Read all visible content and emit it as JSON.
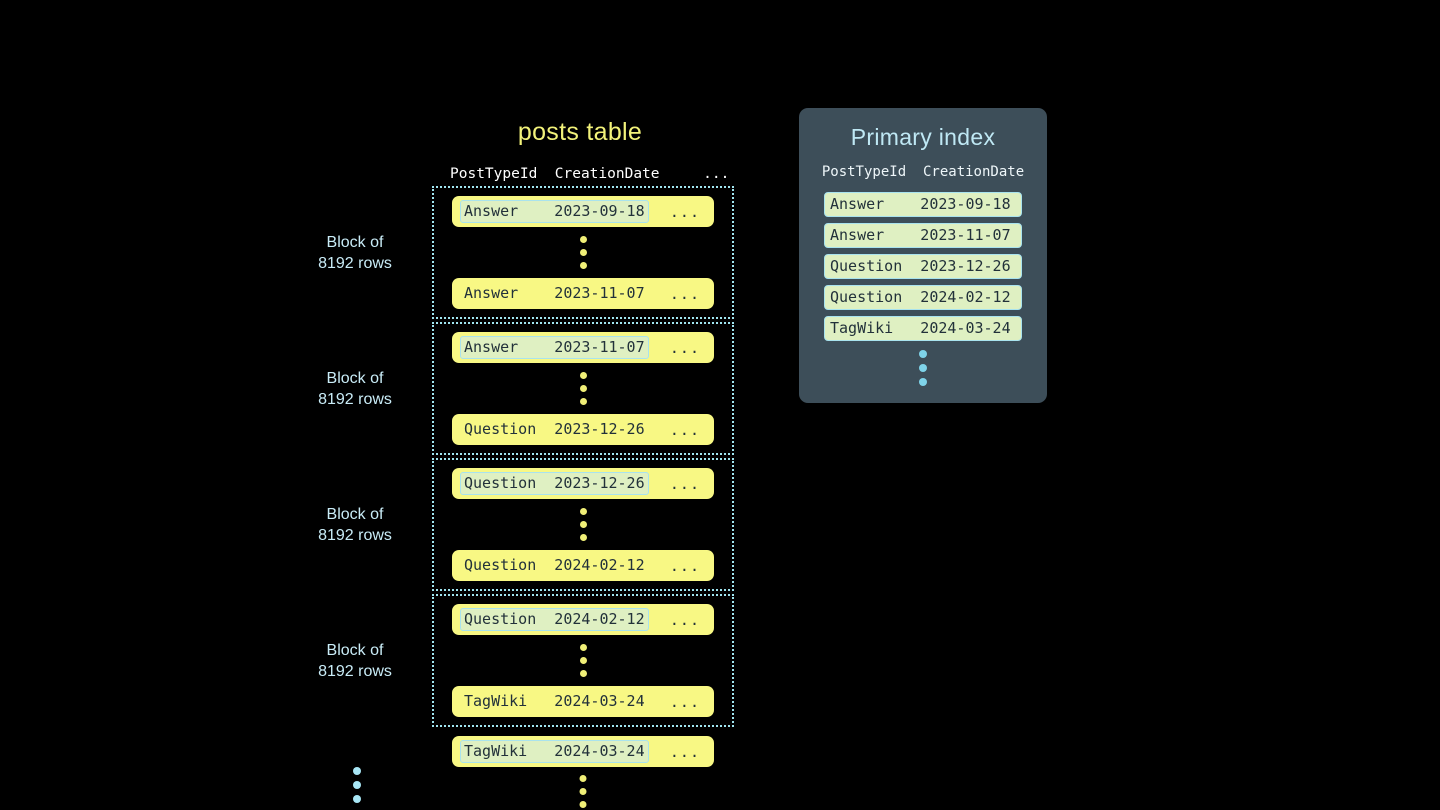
{
  "posts_table": {
    "title": "posts table",
    "column_header": "PostTypeId  CreationDate     ...",
    "ellipsis": "...",
    "blocks": [
      {
        "label": "Block of\n8192 rows",
        "first_row": "Answer    2023-09-18",
        "last_row": "Answer    2023-11-07",
        "first_row_highlighted": true
      },
      {
        "label": "Block of\n8192 rows",
        "first_row": "Answer    2023-11-07",
        "last_row": "Question  2023-12-26",
        "first_row_highlighted": true
      },
      {
        "label": "Block of\n8192 rows",
        "first_row": "Question  2023-12-26",
        "last_row": "Question  2024-02-12",
        "first_row_highlighted": true
      },
      {
        "label": "Block of\n8192 rows",
        "first_row": "Question  2024-02-12",
        "last_row": "TagWiki   2024-03-24",
        "first_row_highlighted": true
      }
    ],
    "trailing_row": "TagWiki   2024-03-24"
  },
  "primary_index": {
    "title": "Primary index",
    "column_header": "PostTypeId  CreationDate",
    "rows": [
      "Answer    2023-09-18",
      "Answer    2023-11-07",
      "Question  2023-12-26",
      "Question  2024-02-12",
      "TagWiki   2024-03-24"
    ]
  },
  "colors": {
    "background": "#000000",
    "row_pill": "#f8f884",
    "highlight_cell": "#dff0c2",
    "highlight_border": "#a9e3ee",
    "block_border": "#9fe4ef",
    "table_title": "#f2f27a",
    "panel_background": "#3d4e59",
    "panel_title": "#bfe8f4",
    "label_text": "#c9ecf7",
    "yellow_dot": "#f0ef77",
    "cyan_dot": "#7fd4ea",
    "mono_text": "#22313a"
  }
}
